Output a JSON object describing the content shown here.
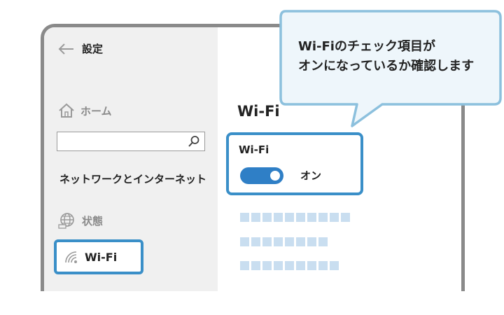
{
  "sidebar": {
    "back_label": "設定",
    "home_label": "ホーム",
    "search": {
      "value": "",
      "placeholder": ""
    },
    "section_label": "ネットワークとインターネット",
    "status_label": "状態",
    "wifi_label": "Wi-Fi"
  },
  "main": {
    "title": "Wi-Fi",
    "card": {
      "label": "Wi-Fi",
      "toggle_state": "オン",
      "toggle_on": true
    }
  },
  "callout": {
    "line1": "Wi-Fiのチェック項目が",
    "line2": "オンになっているか確認します"
  },
  "colors": {
    "accent": "#3a8fc8",
    "toggle": "#2f7fc6",
    "placeholder": "#c9def0",
    "frame": "#8a8a8a",
    "callout_fill": "#eef6fb",
    "callout_border": "#8cc0dd"
  },
  "icons": {
    "back": "arrow-left-icon",
    "home": "home-icon",
    "search": "search-icon",
    "status": "globe-icon",
    "wifi": "wifi-icon"
  }
}
